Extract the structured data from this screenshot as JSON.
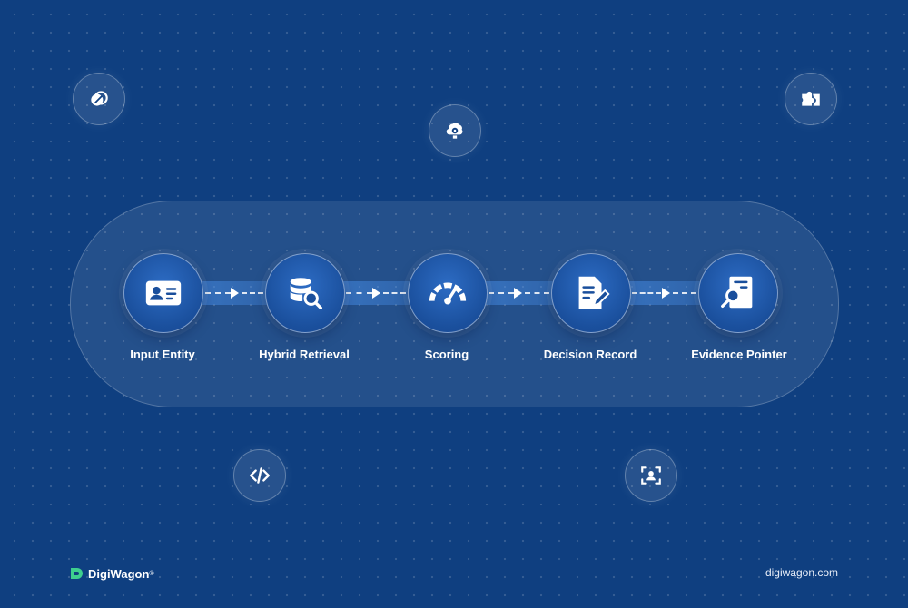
{
  "floating_icons": [
    {
      "name": "venn-circles-icon"
    },
    {
      "name": "brain-gear-icon"
    },
    {
      "name": "puzzle-icon"
    },
    {
      "name": "code-icon"
    },
    {
      "name": "face-scan-icon"
    }
  ],
  "pipeline": {
    "steps": [
      {
        "label": "Input Entity",
        "icon": "id-card-icon"
      },
      {
        "label": "Hybrid Retrieval",
        "icon": "database-search-icon"
      },
      {
        "label": "Scoring",
        "icon": "gauge-icon"
      },
      {
        "label": "Decision Record",
        "icon": "document-edit-icon"
      },
      {
        "label": "Evidence Pointer",
        "icon": "document-search-icon"
      }
    ]
  },
  "footer": {
    "brand": "DigiWagon",
    "registered": "®",
    "site": "digiwagon.com"
  },
  "colors": {
    "background": "#0f3f80",
    "node": "#1a4f9c",
    "logo_green": "#3ecf8e"
  }
}
